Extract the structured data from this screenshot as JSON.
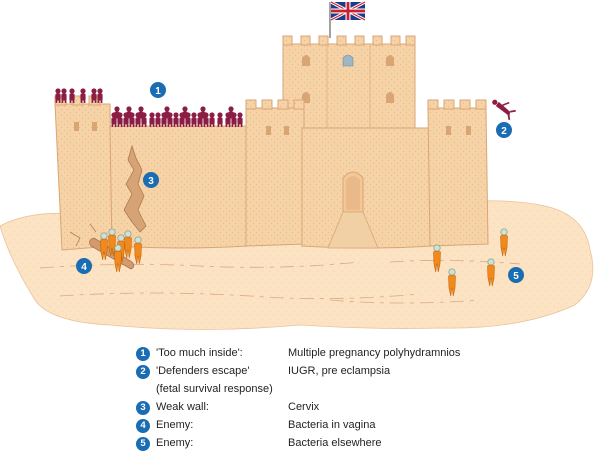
{
  "callouts": [
    "1",
    "2",
    "3",
    "4",
    "5"
  ],
  "legend": [
    {
      "num": "1",
      "key": "'Too much inside':",
      "value": "Multiple pregnancy polyhydramnios"
    },
    {
      "num": "2",
      "key": "'Defenders escape'",
      "value": "IUGR, pre eclampsia",
      "continuation": "(fetal survival response)"
    },
    {
      "num": "3",
      "key": "Weak wall:",
      "value": "Cervix"
    },
    {
      "num": "4",
      "key": "Enemy:",
      "value": "Bacteria in vagina"
    },
    {
      "num": "5",
      "key": "Enemy:",
      "value": "Bacteria elsewhere"
    }
  ],
  "colors": {
    "sand": "#fbe3c3",
    "wall": "#f6d3a7",
    "wall_outline": "#d9a574",
    "defender": "#8c1d44",
    "enemy": "#f08a1c",
    "badge": "#1a6cb3"
  },
  "icons": [
    "union-flag-icon",
    "defender-figure-icon",
    "escaping-defender-icon",
    "bacteria-figure-icon",
    "battering-ram-icon"
  ]
}
